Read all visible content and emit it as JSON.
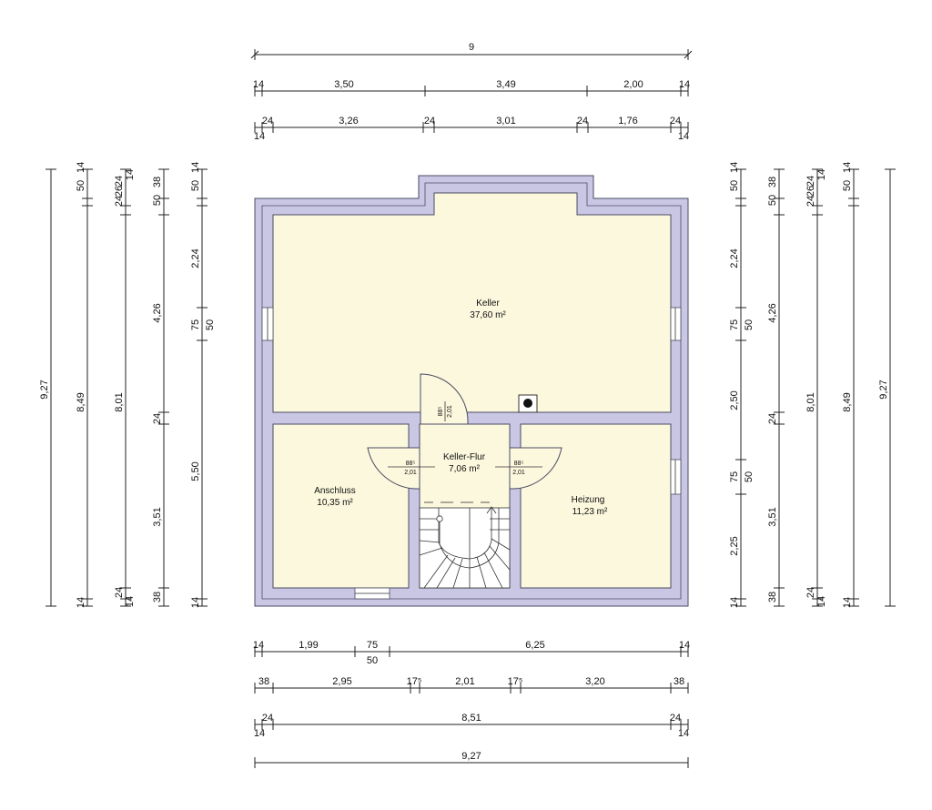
{
  "rooms": {
    "keller": {
      "name": "Keller",
      "area": "37,60 m²"
    },
    "flur": {
      "name": "Keller-Flur",
      "area": "7,06 m²"
    },
    "anschluss": {
      "name": "Anschluss",
      "area": "10,35 m²"
    },
    "heizung": {
      "name": "Heizung",
      "area": "11,23 m²"
    }
  },
  "doors": {
    "north": {
      "width": "88⁵",
      "height": "2,01"
    },
    "west": {
      "width": "88⁵",
      "height": "2,01"
    },
    "east": {
      "width": "88⁵",
      "height": "2,01"
    }
  },
  "dims": {
    "top_total": "9,27",
    "top_r2": [
      "14",
      "3,50",
      "3,49",
      "2,00",
      "14"
    ],
    "top_r3_upper": [
      "24",
      "3,26",
      "24",
      "3,01",
      "24",
      "1,76",
      "24"
    ],
    "top_r3_lower": [
      "14",
      "14"
    ],
    "bot_r1": [
      "14",
      "1,99",
      "75",
      "6,25",
      "14"
    ],
    "bot_r1_sub": "50",
    "bot_r2": [
      "38",
      "2,95",
      "17⁵",
      "2,01",
      "17⁵",
      "3,20",
      "38"
    ],
    "bot_r3_upper": [
      "24",
      "8,51",
      "24"
    ],
    "bot_r3_lower": [
      "14",
      "14"
    ],
    "bot_total": "9,27",
    "left_c1": "9,27",
    "left_c2": [
      "50",
      "14",
      "8,49",
      "14"
    ],
    "left_c3": [
      "24",
      "26",
      "24",
      "14",
      "8,01",
      "24",
      "14"
    ],
    "left_c4": [
      "50",
      "38",
      "4,26",
      "24",
      "3,51",
      "38"
    ],
    "left_c5": [
      "50",
      "14",
      "2,24",
      "75",
      "50",
      "5,50",
      "14"
    ],
    "right_c1": [
      "50",
      "14",
      "2,24",
      "75",
      "50",
      "2,50",
      "75",
      "50",
      "2,25",
      "14"
    ],
    "right_c2": [
      "50",
      "38",
      "4,26",
      "24",
      "3,51",
      "38"
    ],
    "right_c3": [
      "24",
      "26",
      "24",
      "14",
      "8,01",
      "24",
      "14"
    ],
    "right_c4": [
      "50",
      "14",
      "8,49",
      "14"
    ],
    "right_c5": "9,27"
  }
}
